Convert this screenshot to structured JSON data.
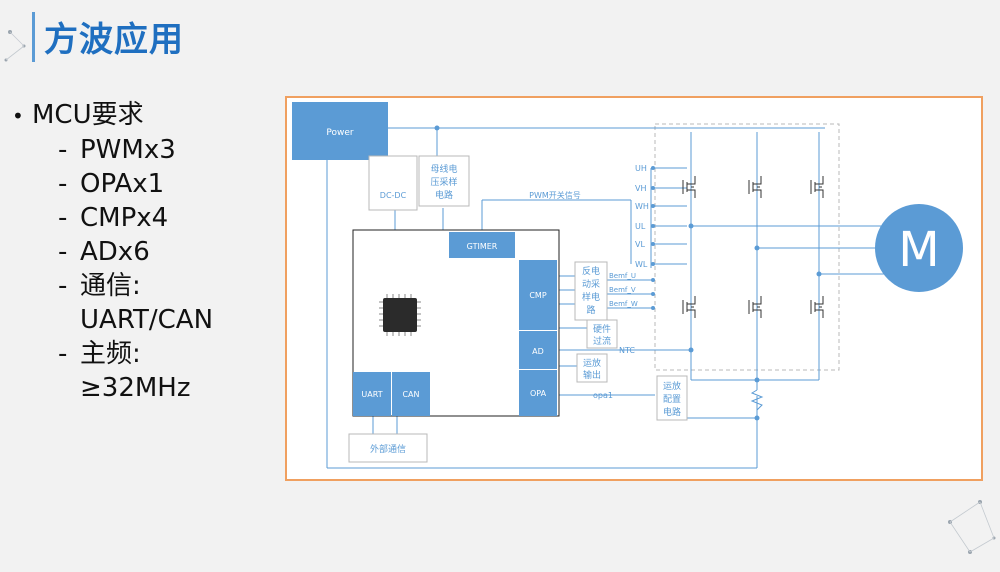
{
  "slide": {
    "title": "方波应用"
  },
  "requirements": {
    "heading": "MCU要求",
    "items": [
      {
        "text": "PWMx3"
      },
      {
        "text": "OPAx1"
      },
      {
        "text": "CMPx4"
      },
      {
        "text": "ADx6"
      },
      {
        "text": "通信:",
        "cont": "UART/CAN"
      },
      {
        "text": "主频:",
        "cont": "≥32MHz"
      }
    ]
  },
  "diagram": {
    "power": "Power",
    "dcdc": "DC-DC",
    "bus_voltage": [
      "母线电",
      "压采样",
      "电路"
    ],
    "pwm_signal": "PWM开关信号",
    "gtimer": "GTIMER",
    "cmp": "CMP",
    "ad": "AD",
    "opa": "OPA",
    "uart": "UART",
    "can": "CAN",
    "external_comm": "外部通信",
    "bemf_circuit": [
      "反电",
      "动采",
      "样电",
      "路"
    ],
    "hw_overcurrent": [
      "硬件",
      "过流"
    ],
    "opamp_output": [
      "运放",
      "输出"
    ],
    "opamp_config": [
      "运放",
      "配置",
      "电路"
    ],
    "ntc": "NTC",
    "opa1": "opa1",
    "phase_labels": [
      "UH",
      "VH",
      "WH",
      "UL",
      "VL",
      "WL"
    ],
    "bemf_labels": [
      "Bemf_U",
      "Bemf_V",
      "Bemf_W"
    ],
    "motor": "M"
  },
  "colors": {
    "accent_blue": "#5b9bd5",
    "title_blue": "#1f6fc0",
    "frame_orange": "#f0a060"
  }
}
